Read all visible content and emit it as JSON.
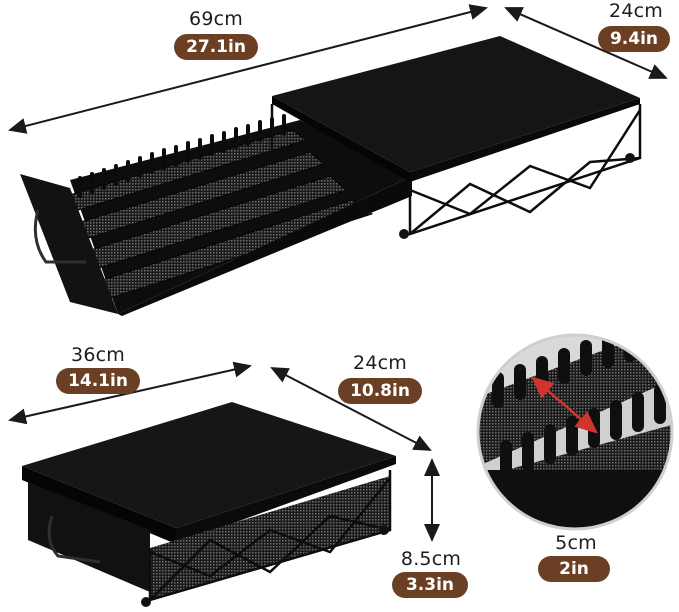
{
  "dimensions": {
    "top_length": {
      "cm": "69cm",
      "in": "27.1in"
    },
    "top_depth": {
      "cm": "24cm",
      "in": "9.4in"
    },
    "bottom_length": {
      "cm": "36cm",
      "in": "14.1in"
    },
    "bottom_depth": {
      "cm": "24cm",
      "in": "10.8in"
    },
    "bottom_height": {
      "cm": "8.5cm",
      "in": "3.3in"
    },
    "slot_gap": {
      "cm": "5cm",
      "in": "2in"
    }
  },
  "colors": {
    "product": "#111111",
    "badge": "#6b3f23",
    "arrow": "#1a1a1a",
    "detail_arrow": "#d1342f"
  }
}
